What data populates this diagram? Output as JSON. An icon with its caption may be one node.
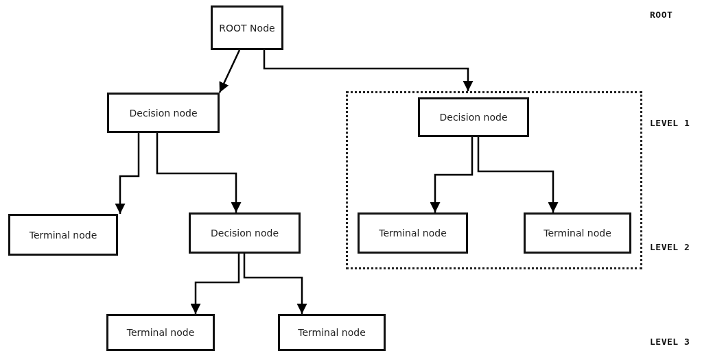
{
  "diagram": {
    "nodes": [
      {
        "text": [
          "ROOT Node"
        ]
      },
      {
        "text": [
          "Decision node"
        ]
      },
      {
        "text": [],
        "shape": "box"
      },
      {
        "text": [
          "Decision node"
        ],
        "in": 2
      },
      {
        "text": [
          "Terminal node"
        ]
      },
      {
        "text": [
          "Decision node"
        ]
      },
      {
        "text": [
          "Terminal node"
        ],
        "in": 2
      },
      {
        "text": [
          "Terminal node"
        ],
        "in": 2
      },
      {
        "text": [
          "Terminal node"
        ]
      },
      {
        "text": [
          "Terminal node"
        ]
      }
    ],
    "edges": [
      {
        "from": 0,
        "to": 1,
        "arrow": "to"
      },
      {
        "from": 0,
        "to": 2,
        "arrow": "to"
      },
      {
        "from": 1,
        "to": 4,
        "arrow": "to"
      },
      {
        "from": 1,
        "to": 5,
        "arrow": "to"
      },
      {
        "from": 3,
        "to": 6,
        "arrow": "to"
      },
      {
        "from": 3,
        "to": 7,
        "arrow": "to"
      },
      {
        "from": 5,
        "to": 8,
        "arrow": "to"
      },
      {
        "from": 5,
        "to": 9,
        "arrow": "to"
      }
    ],
    "labels": [
      "ROOT",
      "LEVEL 1",
      "LEVEL 2",
      "LEVEL 3"
    ]
  }
}
